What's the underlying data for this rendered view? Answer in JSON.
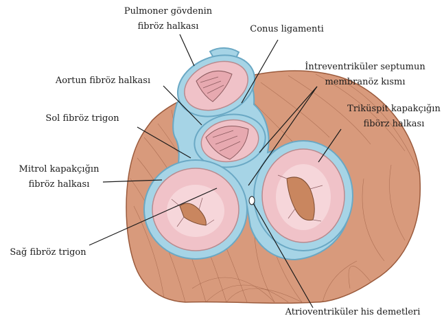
{
  "labels": {
    "pulmonary_line1": "Pulmoner gövdenin",
    "pulmonary_line2": "fibröz halkası",
    "conus": "Conus ligamenti",
    "aortic": "Aortun fibröz halkası",
    "interventricular_line1": "İntreventriküler septumun",
    "interventricular_line2": "membranöz kısmı",
    "left_trigone": "Sol fibröz trigon",
    "tricuspid_line1": "Triküspit kapakçığın",
    "tricuspid_line2": "fibörz halkası",
    "mitral_line1": "Mitrol kapakçığın",
    "mitral_line2": "fibröz halkası",
    "right_trigone": "Sağ fibröz trigon",
    "av_bundle": "Atrioventriküler his demetleri"
  },
  "colors": {
    "muscle": "#d89a7c",
    "muscle_dark": "#b5714f",
    "fibrous": "#a6d4e6",
    "fibrous_edge": "#6aa8c4",
    "valve_pink": "#f0c2c8",
    "valve_edge": "#b98a8e",
    "text": "#1a1a1a"
  }
}
